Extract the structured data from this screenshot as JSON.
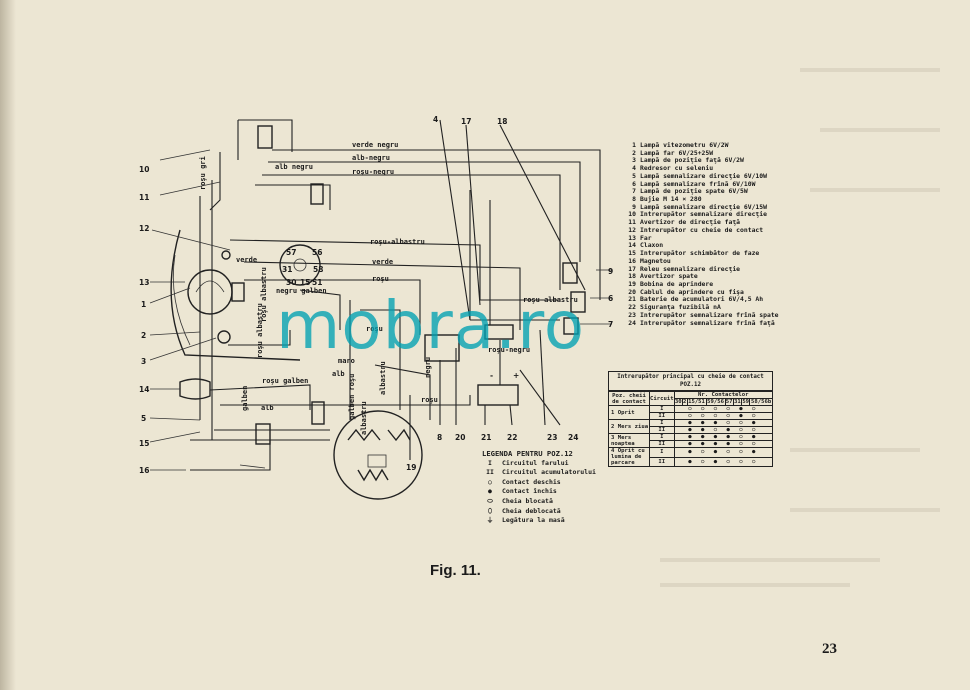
{
  "colors": {
    "paper": "#ece6d3",
    "ink": "#1b1b1b",
    "watermark": "#00a0b2"
  },
  "watermark": "mobra.ro",
  "caption": "Fig. 11.",
  "page_number": "23",
  "wire_labels": {
    "verde_negru": "verde negru",
    "alb_negru_top": "alb-negru",
    "alb_negru_small": "alb negru",
    "rosu_negru": "roşu-negru",
    "rosu_gri": "roşu gri",
    "rosu_albastru_top": "roşu-albastru",
    "rosu_albastru_left": "roşu albastru",
    "rosu_albastru_left2": "roşu albastru",
    "rosu_albastru_right": "roşu-albastru",
    "verde": "verde",
    "verde2": "verde",
    "rosu": "roşu",
    "rosu2": "roşu",
    "rosu3": "roşu",
    "rosu_negru_lower": "roşu-negru",
    "negru_galben": "negru galben",
    "rosu_galben": "roşu galben",
    "galben": "galben",
    "alb": "alb",
    "alb2": "alb",
    "maro": "maro",
    "albastru": "albastru",
    "albastru2": "albastru",
    "galben_rosu": "galben roşu",
    "negru": "negru"
  },
  "callouts": {
    "n1": "1",
    "n2": "2",
    "n3": "3",
    "n4": "4",
    "n5": "5",
    "n6": "6",
    "n7": "7",
    "n8": "8",
    "n9": "9",
    "n10": "10",
    "n11": "11",
    "n12": "12",
    "n13": "13",
    "n14": "14",
    "n15": "15",
    "n16": "16",
    "n17": "17",
    "n18": "18",
    "n19": "19",
    "n20": "20",
    "n21": "21",
    "n22": "22",
    "n23": "23",
    "n24": "24",
    "t57": "57",
    "t56": "56",
    "t31": "31",
    "t58": "58",
    "t30": "30",
    "t15": "15",
    "t51": "51",
    "minus": "-",
    "plus": "+"
  },
  "legend": [
    {
      "n": "1",
      "t": "Lampă vitezometru 6V/2W"
    },
    {
      "n": "2",
      "t": "Lampă far 6V/25+25W"
    },
    {
      "n": "3",
      "t": "Lampă de poziţie faţă 6V/2W"
    },
    {
      "n": "4",
      "t": "Redresor cu seleniu"
    },
    {
      "n": "5",
      "t": "Lampă semnalizare direcţie 6V/10W"
    },
    {
      "n": "6",
      "t": "Lampă semnalizare frînă 6V/10W"
    },
    {
      "n": "7",
      "t": "Lampă de poziţie spate 6V/5W"
    },
    {
      "n": "8",
      "t": "Bujie M 14 × 280"
    },
    {
      "n": "9",
      "t": "Lampă semnalizare direcţie 6V/15W"
    },
    {
      "n": "10",
      "t": "Intrerupător semnalizare direcţie"
    },
    {
      "n": "11",
      "t": "Avertizor de direcţie faţă"
    },
    {
      "n": "12",
      "t": "Intrerupător cu cheie de contact"
    },
    {
      "n": "13",
      "t": "Far"
    },
    {
      "n": "14",
      "t": "Claxon"
    },
    {
      "n": "15",
      "t": "Intrerupător schimbător de faze"
    },
    {
      "n": "16",
      "t": "Magnetou"
    },
    {
      "n": "17",
      "t": "Releu semnalizare direcţie"
    },
    {
      "n": "18",
      "t": "Avertizor spate"
    },
    {
      "n": "19",
      "t": "Bobina de aprindere"
    },
    {
      "n": "20",
      "t": "Cablul de aprindere cu fişa"
    },
    {
      "n": "21",
      "t": "Baterie de acumulatori 6V/4,5 Ah"
    },
    {
      "n": "22",
      "t": "Siguranţa fuzibilă nA"
    },
    {
      "n": "23",
      "t": "Intrerupător semnalizare frînă spate"
    },
    {
      "n": "24",
      "t": "Intrerupător semnalizare frînă faţă"
    }
  ],
  "poz_legend": {
    "title": "LEGENDA PENTRU POZ.12",
    "rows": [
      {
        "sym": "I",
        "label": "Circuitul farului"
      },
      {
        "sym": "II",
        "label": "Circuitul acumulatorului"
      },
      {
        "sym": "○",
        "label": "Contact deschis"
      },
      {
        "sym": "●",
        "label": "Contact închis"
      },
      {
        "sym": "⬭",
        "label": "Cheia blocată"
      },
      {
        "sym": "⬯",
        "label": "Cheia deblocată"
      },
      {
        "sym": "⏚",
        "label": "Legătura la masă"
      }
    ]
  },
  "contact_table": {
    "title": "Intrerupător principal cu cheie de contact",
    "subtitle": "POZ.12",
    "col1": "Poz. cheii de contact",
    "col2": "Circuit",
    "col3": "Nr. Contactelor",
    "contacts": [
      "30",
      "2",
      "15/51",
      "59/56",
      "57",
      "31",
      "59",
      "58/56b"
    ],
    "positions": [
      {
        "n": "1",
        "label": "Oprit",
        "I": "○ ○ ○ ○ ● ○",
        "II": "○ ○ ○ ○ ● ○"
      },
      {
        "n": "2",
        "label": "Mers ziua",
        "I": "● ● ● ○ ○ ●",
        "II": "● ● ○ ● ○ ○"
      },
      {
        "n": "3",
        "label": "Mers noaptea",
        "I": "● ● ● ● ○ ●",
        "II": "● ● ● ● ○ ○"
      },
      {
        "n": "4",
        "label": "Oprit cu lumina de parcare",
        "I": "● ○ ● ○ ○ ●",
        "II": "● ○ ● ○ ○ ○"
      }
    ]
  }
}
